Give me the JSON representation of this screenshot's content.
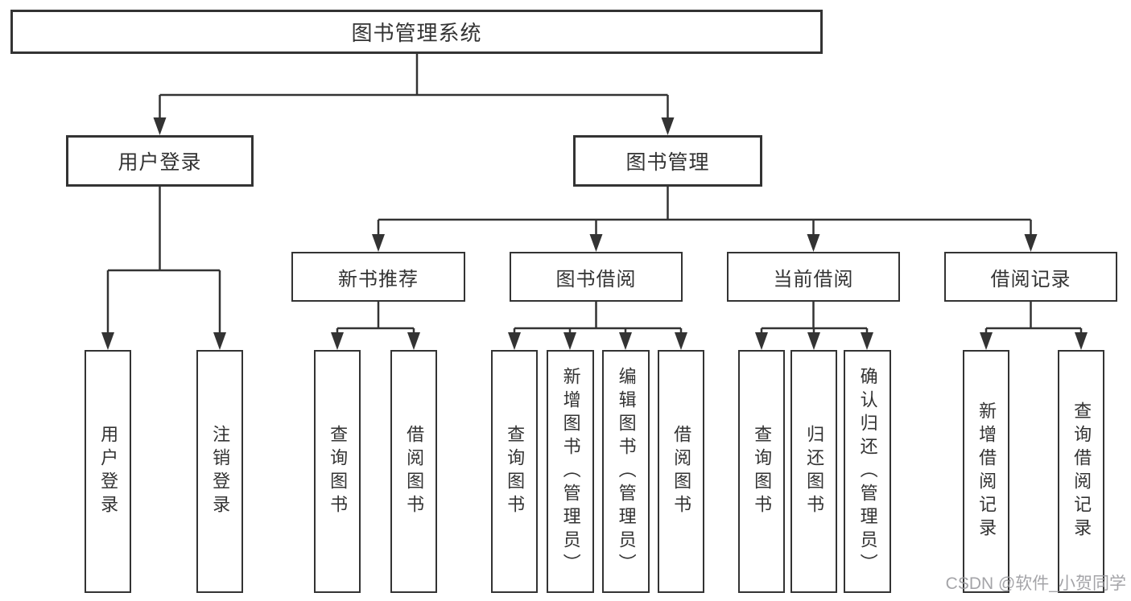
{
  "tree": {
    "label": "图书管理系统",
    "children": [
      {
        "label": "用户登录",
        "children": [
          {
            "label": "用户登录"
          },
          {
            "label": "注销登录"
          }
        ]
      },
      {
        "label": "图书管理",
        "children": [
          {
            "label": "新书推荐",
            "children": [
              {
                "label": "查询图书"
              },
              {
                "label": "借阅图书"
              }
            ]
          },
          {
            "label": "图书借阅",
            "children": [
              {
                "label": "查询图书"
              },
              {
                "label": "新增图书（管理员）"
              },
              {
                "label": "编辑图书（管理员）"
              },
              {
                "label": "借阅图书"
              }
            ]
          },
          {
            "label": "当前借阅",
            "children": [
              {
                "label": "查询图书"
              },
              {
                "label": "归还图书"
              },
              {
                "label": "确认归还（管理员）"
              }
            ]
          },
          {
            "label": "借阅记录",
            "children": [
              {
                "label": "新增借阅记录"
              },
              {
                "label": "查询借阅记录"
              }
            ]
          }
        ]
      }
    ]
  },
  "watermark": {
    "text": "CSDN @软件_小贺同学"
  },
  "colors": {
    "line": "#333333",
    "text": "#333333",
    "background": "#ffffff",
    "watermark": "#9b9b9f"
  }
}
